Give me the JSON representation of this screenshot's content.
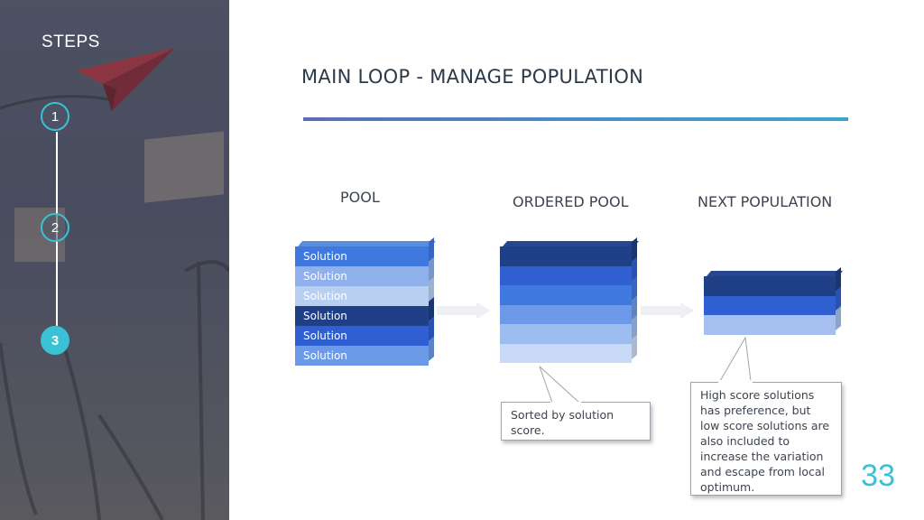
{
  "sidebar": {
    "title": "STEPS",
    "steps": [
      "1",
      "2",
      "3"
    ],
    "active_step": "3"
  },
  "slide": {
    "title": "MAIN LOOP - MANAGE POPULATION",
    "page_number": "33"
  },
  "columns": {
    "pool": "POOL",
    "ordered_pool": "ORDERED POOL",
    "next_population": "NEXT POPULATION"
  },
  "pool": {
    "items": [
      "Solution",
      "Solution",
      "Solution",
      "Solution",
      "Solution",
      "Solution"
    ]
  },
  "callouts": {
    "sorted": "Sorted by solution score.",
    "next": "High score solutions has preference, but low score solutions are also included to increase the variation and escape from local optimum."
  },
  "colors": {
    "accent": "#3bc1d6",
    "pool_slabs": [
      "#3f78de",
      "#8fb0ea",
      "#b9cff2",
      "#1f3f86",
      "#2f5fd0",
      "#6d9ae8"
    ],
    "ordered_slabs": [
      "#1f3f86",
      "#2f5fd0",
      "#3f78de",
      "#6d9ae8",
      "#9dbcef",
      "#c8d9f5"
    ],
    "next_slabs": [
      "#1f3f86",
      "#2f5fd0",
      "#a5c0ef"
    ]
  },
  "icons": [
    "paper-plane-icon",
    "arrow-right-icon"
  ]
}
